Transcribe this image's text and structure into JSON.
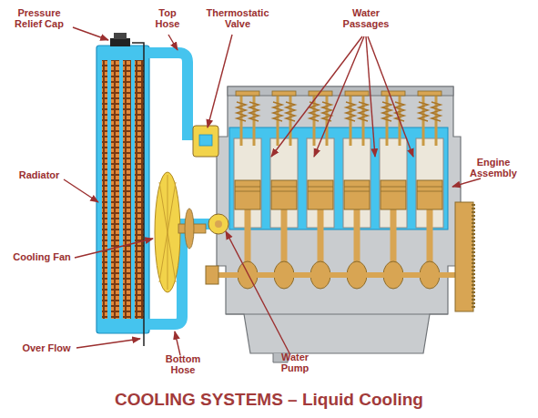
{
  "diagram": {
    "title": "COOLING SYSTEMS – Liquid Cooling",
    "labels": [
      "Pressure Relief Cap",
      "Top Hose",
      "Thermostatic Valve",
      "Water Passages",
      "Radiator",
      "Engine Assembly",
      "Cooling Fan",
      "Over Flow",
      "Bottom Hose",
      "Water Pump"
    ]
  }
}
